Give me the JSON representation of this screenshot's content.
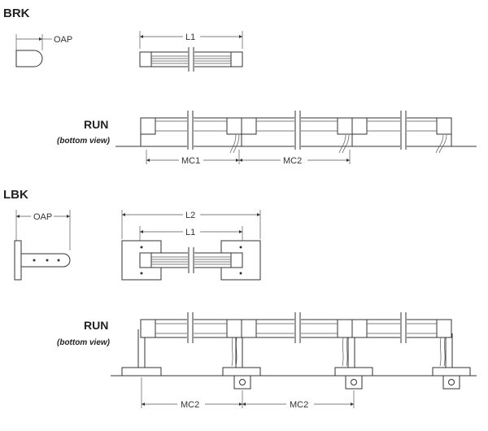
{
  "sections": {
    "brk": {
      "title": "BRK",
      "oap_label": "OAP",
      "length_label": "L1",
      "run_label": "RUN",
      "run_note": "(bottom view)",
      "mc_labels": [
        "MC1",
        "MC2"
      ]
    },
    "lbk": {
      "title": "LBK",
      "oap_label": "OAP",
      "length_outer_label": "L2",
      "length_inner_label": "L1",
      "run_label": "RUN",
      "run_note": "(bottom view)",
      "mc_labels": [
        "MC2",
        "MC2"
      ]
    }
  },
  "colors": {
    "line": "#333333",
    "text": "#222222",
    "background": "#ffffff"
  }
}
